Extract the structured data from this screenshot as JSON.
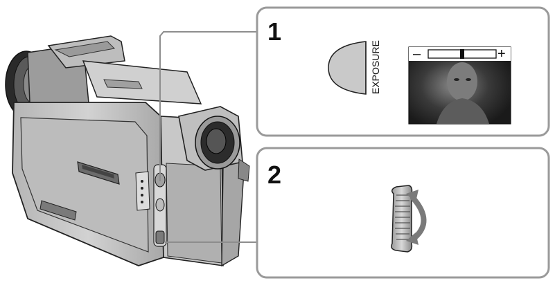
{
  "steps": [
    {
      "number": "1",
      "button_label": "EXPOSURE"
    },
    {
      "number": "2"
    }
  ],
  "exposure_meter": {
    "minus": "–",
    "plus": "+",
    "level": 0.5
  },
  "colors": {
    "panel_border": "#9a9a9a",
    "panel_fill": "#ffffff",
    "camera_body": "#c4c4c4",
    "camera_dark": "#6f6f6f"
  }
}
